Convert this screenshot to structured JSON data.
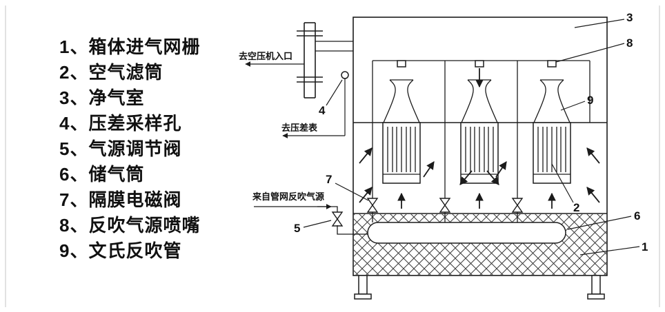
{
  "legend": {
    "items": [
      "1、箱体进气网栅",
      "2、空气滤筒",
      "3、净气室",
      "4、压差采样孔",
      "5、气源调节阀",
      "6、储气筒",
      "7、隔膜电磁阀",
      "8、反吹气源喷嘴",
      "9、文氏反吹管"
    ]
  },
  "diagram": {
    "labels": {
      "to_compressor": "去空压机入口",
      "to_pressure_gauge": "去压差表",
      "from_network": "来自管网反吹气源"
    },
    "callouts": {
      "n1": "1",
      "n2": "2",
      "n3": "3",
      "n4": "4",
      "n5": "5",
      "n6": "6",
      "n7": "7",
      "n8": "8",
      "n9": "9"
    },
    "colors": {
      "ink": "#1b1b1b"
    }
  }
}
